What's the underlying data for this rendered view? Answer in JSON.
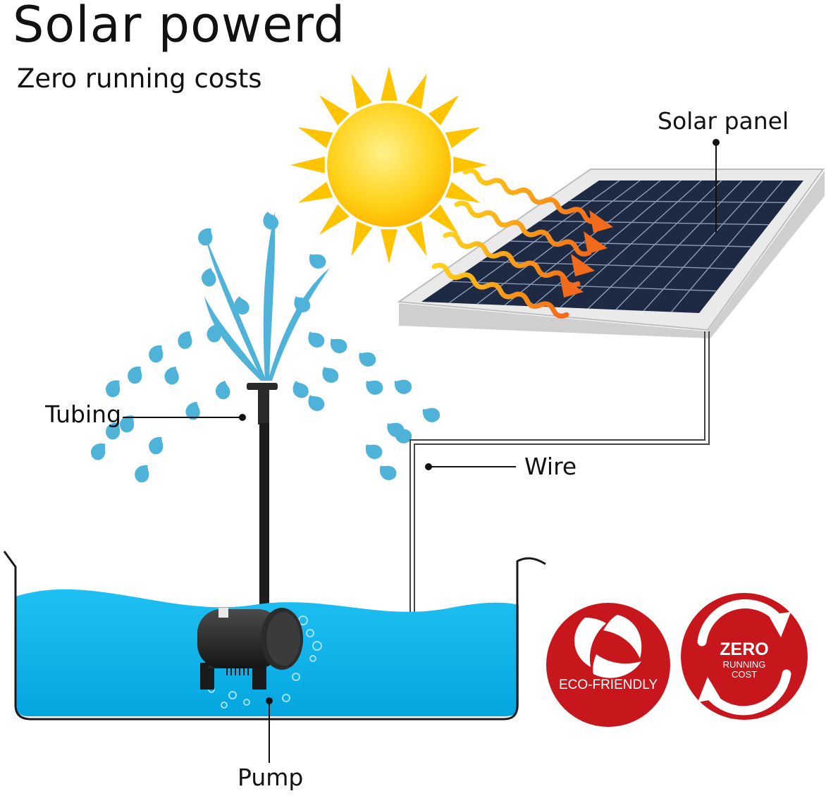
{
  "header": {
    "title": "Solar powerd",
    "subtitle": "Zero running costs"
  },
  "labels": {
    "solar_panel": "Solar panel",
    "tubing": "Tubing",
    "wire": "Wire",
    "pump": "Pump"
  },
  "badges": {
    "eco": {
      "label": "ECO-FRIENDLY",
      "icon": "leaf-recycle-icon"
    },
    "zero": {
      "line1": "ZERO",
      "line2": "RUNNING",
      "line3": "COST",
      "icon": "cycle-arrows-icon"
    }
  },
  "colors": {
    "water": "#06b2ea",
    "sun": "#ffd21a",
    "sun_rays": "#ffc400",
    "panel_cells": "#1e2a44",
    "panel_frame": "#e6e6e6",
    "energy_arrows": "#f5821f",
    "badge_red": "#c8161d",
    "spray": "#4fb3d9",
    "pump": "#2a2a2a"
  }
}
